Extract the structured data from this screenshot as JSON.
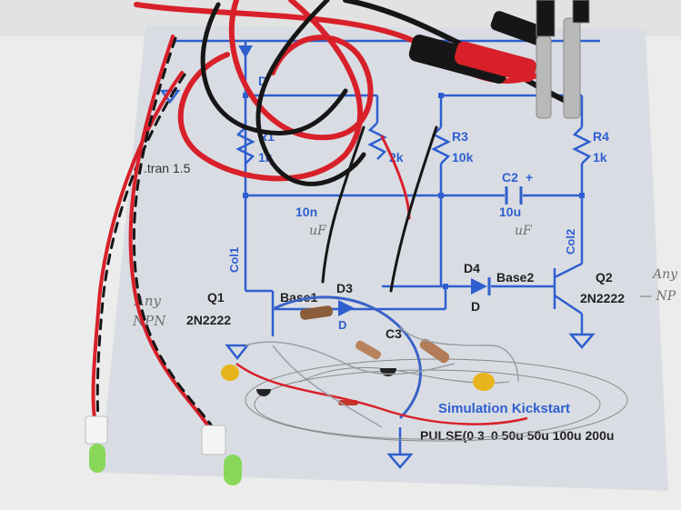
{
  "schematic": {
    "labels": {
      "d_top": "D",
      "r1": "R1",
      "r1_value": "1k",
      "r2_value": "2k",
      "r3": "R3",
      "r3_value": "10k",
      "r4": "R4",
      "r4_value": "1k",
      "c2": "C2",
      "c2_plus": "+",
      "c2_value": "10u",
      "c1_partial": "10n",
      "tran": ".tran 1.5",
      "col1": "Col1",
      "col2": "Col2",
      "q1": "Q1",
      "q1_model": "2N2222",
      "q2": "Q2",
      "q2_model": "2N2222",
      "base1": "Base1",
      "base2": "Base2",
      "d3": "D3",
      "d4": "D4",
      "d4_model": "D",
      "d3_model": "D",
      "c3": "C3",
      "sim_kickstart": "Simulation Kickstart",
      "pulse": "PULSE(0 3",
      "pulse_rest": "0 50u 50u 100u 200u"
    }
  },
  "handwriting": {
    "any_npn_left_1": "Any",
    "any_npn_left_2": "NPN",
    "any_right": "Any",
    "np_right": "— NP",
    "uf_left": "uF",
    "uf_right": "uF"
  },
  "colors": {
    "background": "#ececec",
    "paper": "#d9dde3",
    "schematic_ink": "#2f5fcf",
    "wire_red": "#d8202a",
    "wire_black": "#161616",
    "led_green": "#7fd64a"
  }
}
